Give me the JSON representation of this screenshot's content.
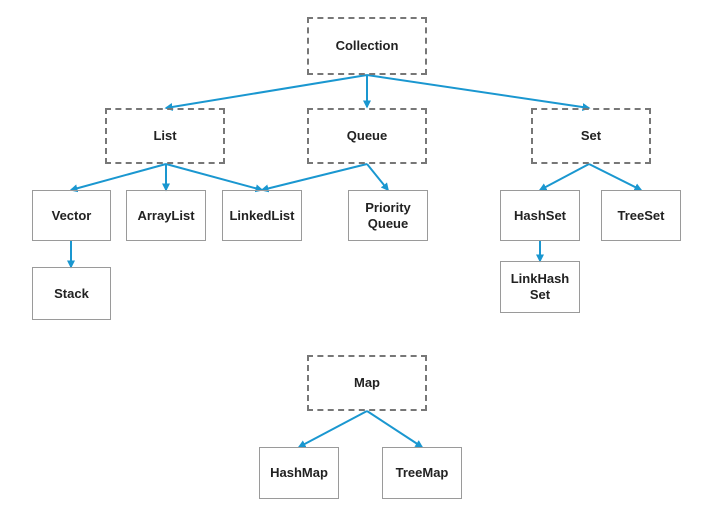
{
  "diagram": {
    "line_color": "#1a97d0",
    "nodes": {
      "collection": "Collection",
      "list": "List",
      "queue": "Queue",
      "set": "Set",
      "vector": "Vector",
      "arraylist": "ArrayList",
      "linkedlist": "LinkedList",
      "priorityqueue_line1": "Priority",
      "priorityqueue_line2": "Queue",
      "hashset": "HashSet",
      "treeset": "TreeSet",
      "stack": "Stack",
      "linkhashset_line1": "LinkHash",
      "linkhashset_line2": "Set",
      "map": "Map",
      "hashmap": "HashMap",
      "treemap": "TreeMap"
    },
    "edges": [
      {
        "from": "Collection",
        "to": "List"
      },
      {
        "from": "Collection",
        "to": "Queue"
      },
      {
        "from": "Collection",
        "to": "Set"
      },
      {
        "from": "List",
        "to": "Vector"
      },
      {
        "from": "List",
        "to": "ArrayList"
      },
      {
        "from": "List",
        "to": "LinkedList"
      },
      {
        "from": "Queue",
        "to": "LinkedList"
      },
      {
        "from": "Queue",
        "to": "Priority Queue"
      },
      {
        "from": "Set",
        "to": "HashSet"
      },
      {
        "from": "Set",
        "to": "TreeSet"
      },
      {
        "from": "Vector",
        "to": "Stack"
      },
      {
        "from": "HashSet",
        "to": "LinkHash Set"
      },
      {
        "from": "Map",
        "to": "HashMap"
      },
      {
        "from": "Map",
        "to": "TreeMap"
      }
    ]
  }
}
